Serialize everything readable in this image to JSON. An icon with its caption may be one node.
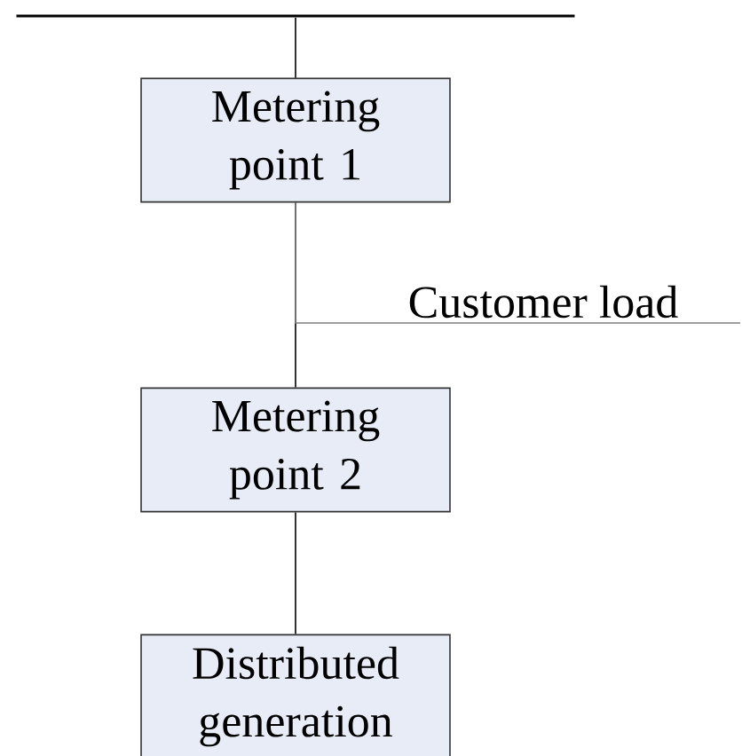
{
  "diagram": {
    "nodes": [
      {
        "text": [],
        "shape": "bar"
      },
      {
        "text": [
          "Metering point 1"
        ]
      },
      {
        "text": [
          "Metering point 2"
        ]
      },
      {
        "text": [
          "Distributed generation"
        ]
      }
    ],
    "edges": [
      {
        "from": 0,
        "to": 1,
        "arrow": "none"
      },
      {
        "from": 1,
        "to": 2,
        "arrow": "none"
      },
      {
        "from": 1,
        "to": null,
        "arrow": "none",
        "label": "Customer load",
        "color": "#7f7f7f"
      },
      {
        "from": 2,
        "to": 3,
        "arrow": "none"
      }
    ]
  }
}
